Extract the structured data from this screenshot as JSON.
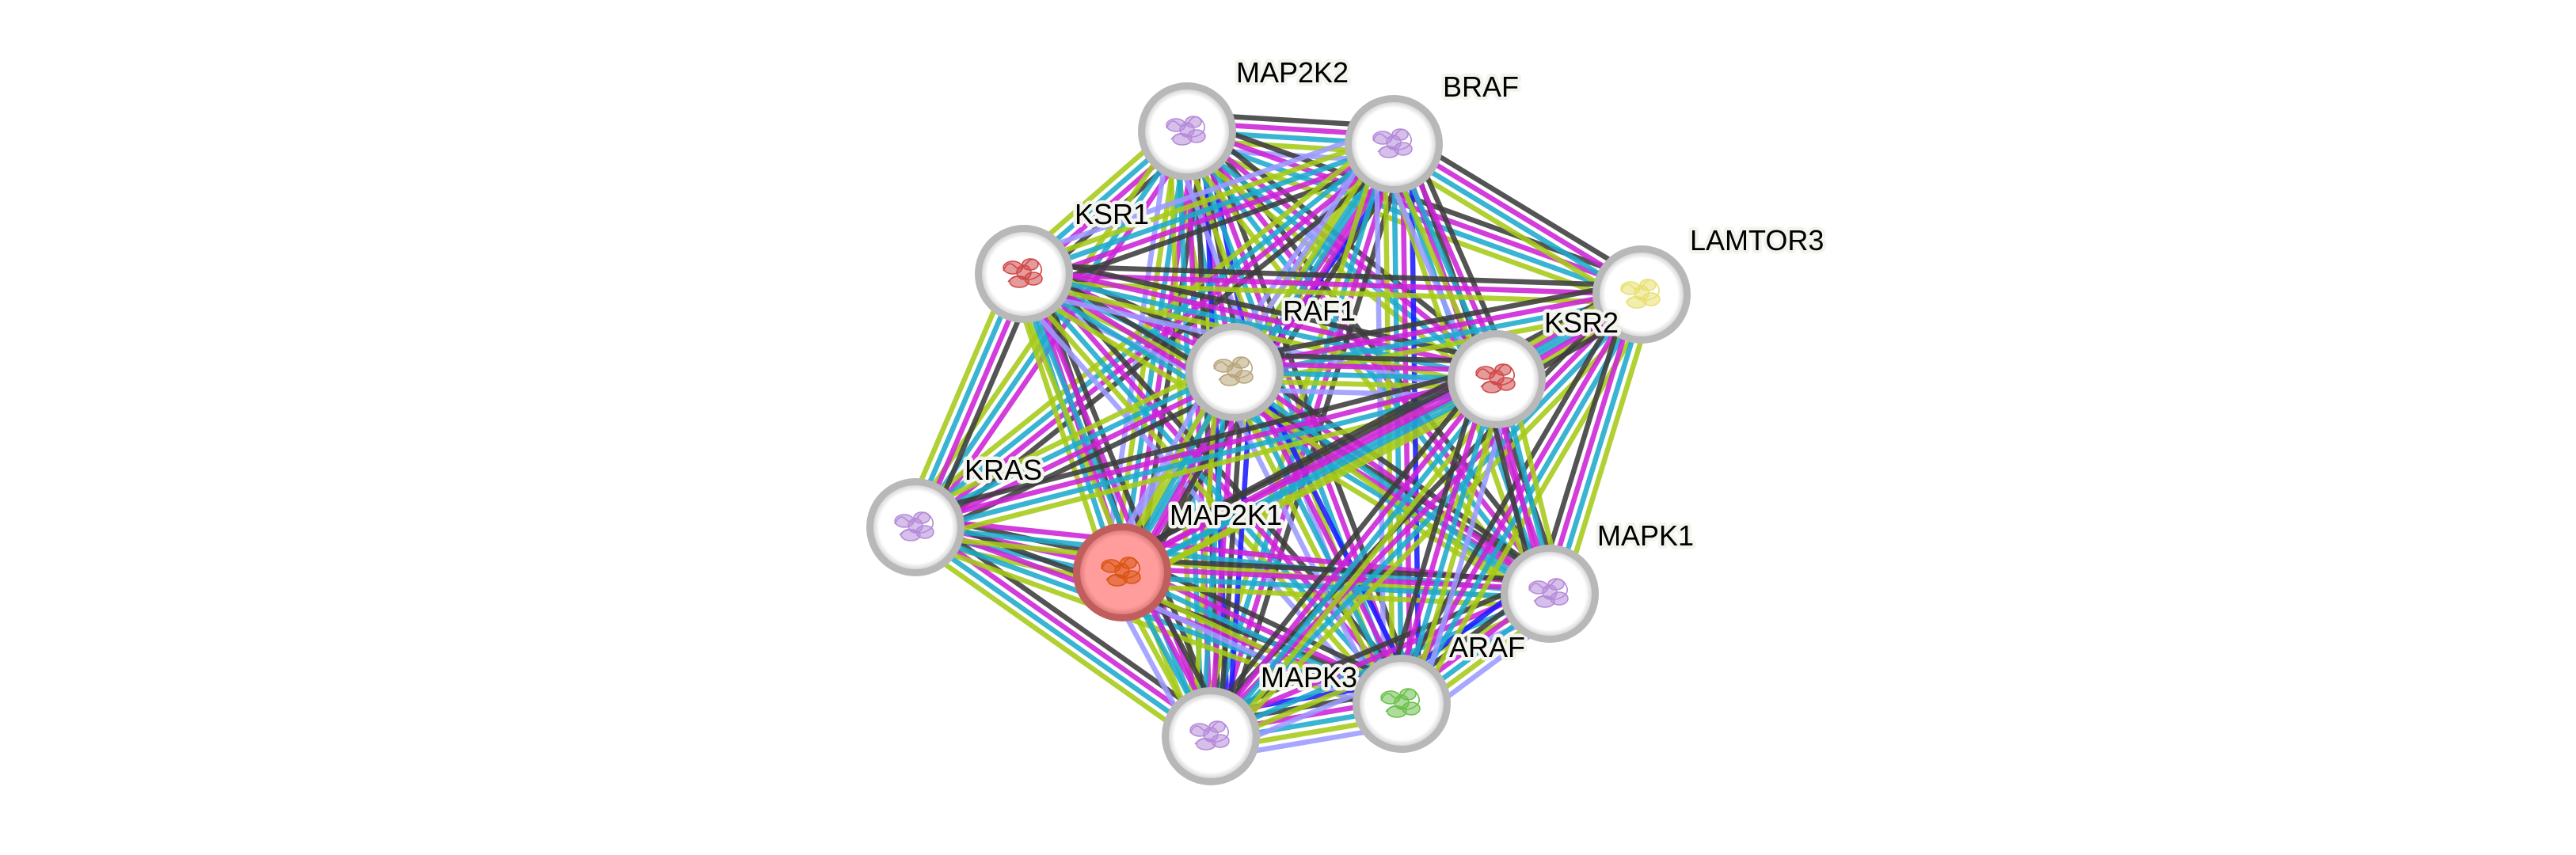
{
  "diagram": {
    "type": "protein-interaction-network",
    "query_protein": "MAP2K1",
    "evidence_colors": {
      "cooccurrence": "#1a1aff",
      "coexpression": "#3c3c3c",
      "experiments": "#cc22d6",
      "databases": "#1eaacc",
      "textmining": "#a6c918",
      "homology": "#9b9bff"
    },
    "node_style": {
      "ring_color": "#b8b8b8",
      "fill_color": "#ffffff",
      "query_ring_color": "#c05e5e",
      "query_fill_color": "#ff9c9c"
    },
    "nodes": [
      {
        "id": "MAP2K2",
        "label": "MAP2K2",
        "query": false,
        "structure_color": "#b58ad9"
      },
      {
        "id": "BRAF",
        "label": "BRAF",
        "query": false,
        "structure_color": "#b58ad9"
      },
      {
        "id": "KSR1",
        "label": "KSR1",
        "query": false,
        "structure_color": "#d04848"
      },
      {
        "id": "RAF1",
        "label": "RAF1",
        "query": false,
        "structure_color": "#b8a57a"
      },
      {
        "id": "KRAS",
        "label": "KRAS",
        "query": false,
        "structure_color": "#b58ad9"
      },
      {
        "id": "MAP2K1",
        "label": "MAP2K1",
        "query": true,
        "structure_color": "#d9540f"
      },
      {
        "id": "MAPK3",
        "label": "MAPK3",
        "query": false,
        "structure_color": "#b58ad9"
      },
      {
        "id": "ARAF",
        "label": "ARAF",
        "query": false,
        "structure_color": "#6cc04a"
      },
      {
        "id": "MAPK1",
        "label": "MAPK1",
        "query": false,
        "structure_color": "#b58ad9"
      },
      {
        "id": "LAMTOR3",
        "label": "LAMTOR3",
        "query": false,
        "structure_color": "#e8e070"
      },
      {
        "id": "KSR2",
        "label": "KSR2",
        "query": false,
        "structure_color": "#d04848"
      }
    ],
    "edges": [
      {
        "a": "MAP2K2",
        "b": "BRAF",
        "evidence": [
          "homology",
          "coexpression",
          "experiments",
          "databases",
          "textmining"
        ]
      },
      {
        "a": "MAP2K2",
        "b": "KSR1",
        "evidence": [
          "coexpression",
          "experiments",
          "databases",
          "textmining"
        ]
      },
      {
        "a": "MAP2K2",
        "b": "RAF1",
        "evidence": [
          "cooccurrence",
          "coexpression",
          "experiments",
          "databases",
          "textmining"
        ]
      },
      {
        "a": "MAP2K2",
        "b": "KRAS",
        "evidence": [
          "experiments",
          "databases",
          "textmining"
        ]
      },
      {
        "a": "MAP2K2",
        "b": "MAP2K1",
        "evidence": [
          "homology",
          "coexpression",
          "experiments",
          "databases",
          "textmining"
        ]
      },
      {
        "a": "MAP2K2",
        "b": "MAPK3",
        "evidence": [
          "cooccurrence",
          "coexpression",
          "experiments",
          "databases",
          "textmining"
        ]
      },
      {
        "a": "MAP2K2",
        "b": "ARAF",
        "evidence": [
          "homology",
          "coexpression",
          "experiments",
          "databases",
          "textmining"
        ]
      },
      {
        "a": "MAP2K2",
        "b": "MAPK1",
        "evidence": [
          "coexpression",
          "experiments",
          "databases",
          "textmining"
        ]
      },
      {
        "a": "MAP2K2",
        "b": "LAMTOR3",
        "evidence": [
          "coexpression",
          "experiments",
          "databases",
          "textmining"
        ]
      },
      {
        "a": "MAP2K2",
        "b": "KSR2",
        "evidence": [
          "coexpression",
          "experiments",
          "databases",
          "textmining"
        ]
      },
      {
        "a": "BRAF",
        "b": "KSR1",
        "evidence": [
          "homology",
          "coexpression",
          "experiments",
          "databases",
          "textmining"
        ]
      },
      {
        "a": "BRAF",
        "b": "RAF1",
        "evidence": [
          "homology",
          "cooccurrence",
          "experiments",
          "databases",
          "textmining"
        ]
      },
      {
        "a": "BRAF",
        "b": "KRAS",
        "evidence": [
          "coexpression",
          "experiments",
          "databases",
          "textmining"
        ]
      },
      {
        "a": "BRAF",
        "b": "MAP2K1",
        "evidence": [
          "homology",
          "coexpression",
          "experiments",
          "databases",
          "textmining"
        ]
      },
      {
        "a": "BRAF",
        "b": "MAPK3",
        "evidence": [
          "coexpression",
          "experiments",
          "databases",
          "textmining"
        ]
      },
      {
        "a": "BRAF",
        "b": "ARAF",
        "evidence": [
          "homology",
          "cooccurrence",
          "experiments",
          "databases",
          "textmining"
        ]
      },
      {
        "a": "BRAF",
        "b": "MAPK1",
        "evidence": [
          "coexpression",
          "experiments",
          "databases",
          "textmining"
        ]
      },
      {
        "a": "BRAF",
        "b": "LAMTOR3",
        "evidence": [
          "coexpression",
          "experiments",
          "databases",
          "textmining"
        ]
      },
      {
        "a": "BRAF",
        "b": "KSR2",
        "evidence": [
          "homology",
          "coexpression",
          "experiments",
          "databases",
          "textmining"
        ]
      },
      {
        "a": "KSR1",
        "b": "RAF1",
        "evidence": [
          "homology",
          "coexpression",
          "experiments",
          "databases",
          "textmining"
        ]
      },
      {
        "a": "KSR1",
        "b": "KRAS",
        "evidence": [
          "coexpression",
          "experiments",
          "databases",
          "textmining"
        ]
      },
      {
        "a": "KSR1",
        "b": "MAP2K1",
        "evidence": [
          "coexpression",
          "experiments",
          "databases",
          "textmining"
        ]
      },
      {
        "a": "KSR1",
        "b": "MAPK3",
        "evidence": [
          "coexpression",
          "experiments",
          "databases",
          "textmining"
        ]
      },
      {
        "a": "KSR1",
        "b": "ARAF",
        "evidence": [
          "homology",
          "coexpression",
          "experiments",
          "databases",
          "textmining"
        ]
      },
      {
        "a": "KSR1",
        "b": "MAPK1",
        "evidence": [
          "coexpression",
          "experiments",
          "databases",
          "textmining"
        ]
      },
      {
        "a": "KSR1",
        "b": "LAMTOR3",
        "evidence": [
          "coexpression",
          "experiments",
          "textmining"
        ]
      },
      {
        "a": "KSR1",
        "b": "KSR2",
        "evidence": [
          "homology",
          "coexpression",
          "experiments",
          "databases",
          "textmining"
        ]
      },
      {
        "a": "RAF1",
        "b": "KRAS",
        "evidence": [
          "coexpression",
          "experiments",
          "databases",
          "textmining"
        ]
      },
      {
        "a": "RAF1",
        "b": "MAP2K1",
        "evidence": [
          "homology",
          "coexpression",
          "experiments",
          "databases",
          "textmining"
        ]
      },
      {
        "a": "RAF1",
        "b": "MAPK3",
        "evidence": [
          "cooccurrence",
          "coexpression",
          "experiments",
          "databases",
          "textmining"
        ]
      },
      {
        "a": "RAF1",
        "b": "ARAF",
        "evidence": [
          "homology",
          "cooccurrence",
          "experiments",
          "databases",
          "textmining"
        ]
      },
      {
        "a": "RAF1",
        "b": "MAPK1",
        "evidence": [
          "coexpression",
          "experiments",
          "databases",
          "textmining"
        ]
      },
      {
        "a": "RAF1",
        "b": "LAMTOR3",
        "evidence": [
          "coexpression",
          "experiments",
          "databases",
          "textmining"
        ]
      },
      {
        "a": "RAF1",
        "b": "KSR2",
        "evidence": [
          "homology",
          "coexpression",
          "experiments",
          "databases",
          "textmining"
        ]
      },
      {
        "a": "KRAS",
        "b": "MAP2K1",
        "evidence": [
          "coexpression",
          "experiments",
          "databases",
          "textmining"
        ]
      },
      {
        "a": "KRAS",
        "b": "MAPK3",
        "evidence": [
          "coexpression",
          "experiments",
          "databases",
          "textmining"
        ]
      },
      {
        "a": "KRAS",
        "b": "ARAF",
        "evidence": [
          "coexpression",
          "experiments",
          "databases",
          "textmining"
        ]
      },
      {
        "a": "KRAS",
        "b": "MAPK1",
        "evidence": [
          "experiments",
          "databases",
          "textmining"
        ]
      },
      {
        "a": "KRAS",
        "b": "KSR2",
        "evidence": [
          "coexpression",
          "experiments",
          "databases",
          "textmining"
        ]
      },
      {
        "a": "MAP2K1",
        "b": "MAPK3",
        "evidence": [
          "homology",
          "coexpression",
          "experiments",
          "databases",
          "textmining"
        ]
      },
      {
        "a": "MAP2K1",
        "b": "ARAF",
        "evidence": [
          "homology",
          "coexpression",
          "experiments",
          "databases",
          "textmining"
        ]
      },
      {
        "a": "MAP2K1",
        "b": "MAPK1",
        "evidence": [
          "coexpression",
          "experiments",
          "databases",
          "textmining"
        ]
      },
      {
        "a": "MAP2K1",
        "b": "LAMTOR3",
        "evidence": [
          "coexpression",
          "experiments",
          "databases",
          "textmining"
        ]
      },
      {
        "a": "MAP2K1",
        "b": "KSR2",
        "evidence": [
          "coexpression",
          "experiments",
          "databases",
          "textmining"
        ]
      },
      {
        "a": "MAPK3",
        "b": "ARAF",
        "evidence": [
          "homology",
          "cooccurrence",
          "coexpression",
          "experiments",
          "databases",
          "textmining"
        ]
      },
      {
        "a": "MAPK3",
        "b": "MAPK1",
        "evidence": [
          "homology",
          "coexpression",
          "experiments",
          "databases",
          "textmining"
        ]
      },
      {
        "a": "MAPK3",
        "b": "LAMTOR3",
        "evidence": [
          "coexpression",
          "experiments",
          "databases",
          "textmining"
        ]
      },
      {
        "a": "MAPK3",
        "b": "KSR2",
        "evidence": [
          "coexpression",
          "experiments",
          "databases",
          "textmining"
        ]
      },
      {
        "a": "ARAF",
        "b": "MAPK1",
        "evidence": [
          "homology",
          "cooccurrence",
          "coexpression",
          "experiments",
          "databases",
          "textmining"
        ]
      },
      {
        "a": "ARAF",
        "b": "LAMTOR3",
        "evidence": [
          "coexpression",
          "experiments",
          "databases",
          "textmining"
        ]
      },
      {
        "a": "ARAF",
        "b": "KSR2",
        "evidence": [
          "homology",
          "coexpression",
          "experiments",
          "databases",
          "textmining"
        ]
      },
      {
        "a": "MAPK1",
        "b": "LAMTOR3",
        "evidence": [
          "coexpression",
          "experiments",
          "databases",
          "textmining"
        ]
      },
      {
        "a": "MAPK1",
        "b": "KSR2",
        "evidence": [
          "coexpression",
          "experiments",
          "databases",
          "textmining"
        ]
      },
      {
        "a": "LAMTOR3",
        "b": "KSR2",
        "evidence": [
          "coexpression",
          "experiments",
          "databases",
          "textmining"
        ]
      }
    ]
  }
}
